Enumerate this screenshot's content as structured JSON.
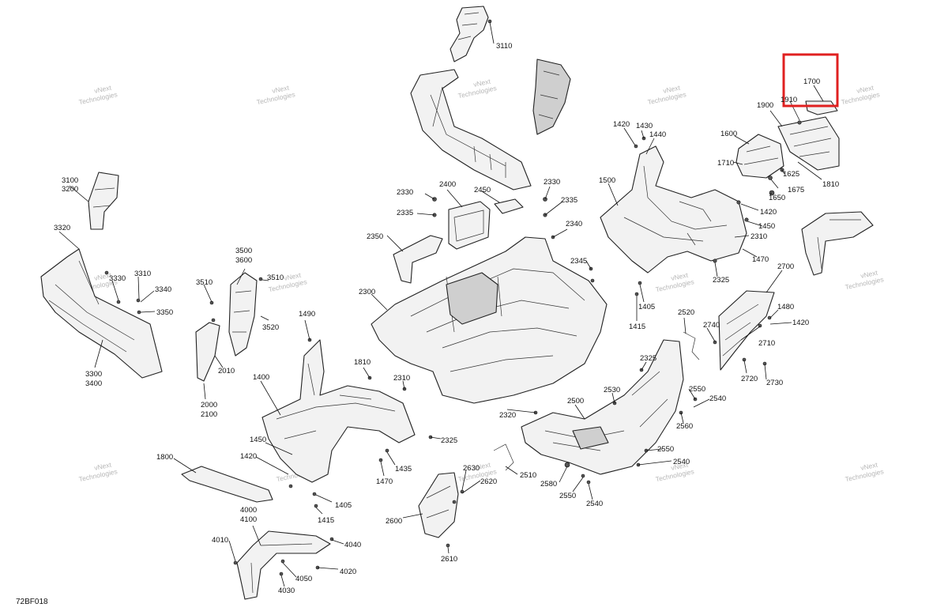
{
  "diagram": {
    "reference_code": "72BF018",
    "highlighted_part": "1700",
    "watermark": {
      "line1": "vNext",
      "line2": "Technologies"
    },
    "callouts": {
      "c3110": "3110",
      "c1700": "1700",
      "c1910": "1910",
      "c1900": "1900",
      "c1600": "1600",
      "c1710": "1710",
      "c1625": "1625",
      "c1810": "1810",
      "c1675": "1675",
      "c1650": "1650",
      "c1420a": "1420",
      "c1430": "1430",
      "c1440": "1440",
      "c1500": "1500",
      "c1420b": "1420",
      "c1450a": "1450",
      "c2310a": "2310",
      "c1470a": "1470",
      "c2325a": "2325",
      "c1405a": "1405",
      "c1415a": "1415",
      "c2700": "2700",
      "c1480": "1480",
      "c1420c": "1420",
      "c2740": "2740",
      "c2710": "2710",
      "c2720": "2720",
      "c2730": "2730",
      "c3100": "3100",
      "c3200": "3200",
      "c3320": "3320",
      "c3330": "3330",
      "c3310": "3310",
      "c3340": "3340",
      "c3350": "3350",
      "c3300": "3300",
      "c3400": "3400",
      "c3500": "3500",
      "c3600": "3600",
      "c3510a": "3510",
      "c3510b": "3510",
      "c3520": "3520",
      "c2010": "2010",
      "c2000": "2000",
      "c2100": "2100",
      "c2330a": "2330",
      "c2335a": "2335",
      "c2400": "2400",
      "c2450": "2450",
      "c2330b": "2330",
      "c2335b": "2335",
      "c2340": "2340",
      "c2350": "2350",
      "c2345": "2345",
      "c2300": "2300",
      "c1490": "1490",
      "c1810b": "1810",
      "c2310b": "2310",
      "c1400": "1400",
      "c2320": "2320",
      "c2325b": "2325",
      "c1450b": "1450",
      "c1420d": "1420",
      "c1435": "1435",
      "c1470b": "1470",
      "c1405b": "1405",
      "c1415b": "1415",
      "c1800": "1800",
      "c4000": "4000",
      "c4100": "4100",
      "c4010": "4010",
      "c4040": "4040",
      "c4020": "4020",
      "c4050": "4050",
      "c4030": "4030",
      "c2500": "2500",
      "c2520": "2520",
      "c2325c": "2325",
      "c2530": "2530",
      "c2550a": "2550",
      "c2540a": "2540",
      "c2560": "2560",
      "c2550b": "2550",
      "c2540b": "2540",
      "c2510": "2510",
      "c2580": "2580",
      "c2550c": "2550",
      "c2540c": "2540",
      "c2600": "2600",
      "c2630": "2630",
      "c2620": "2620",
      "c2610": "2610"
    }
  }
}
